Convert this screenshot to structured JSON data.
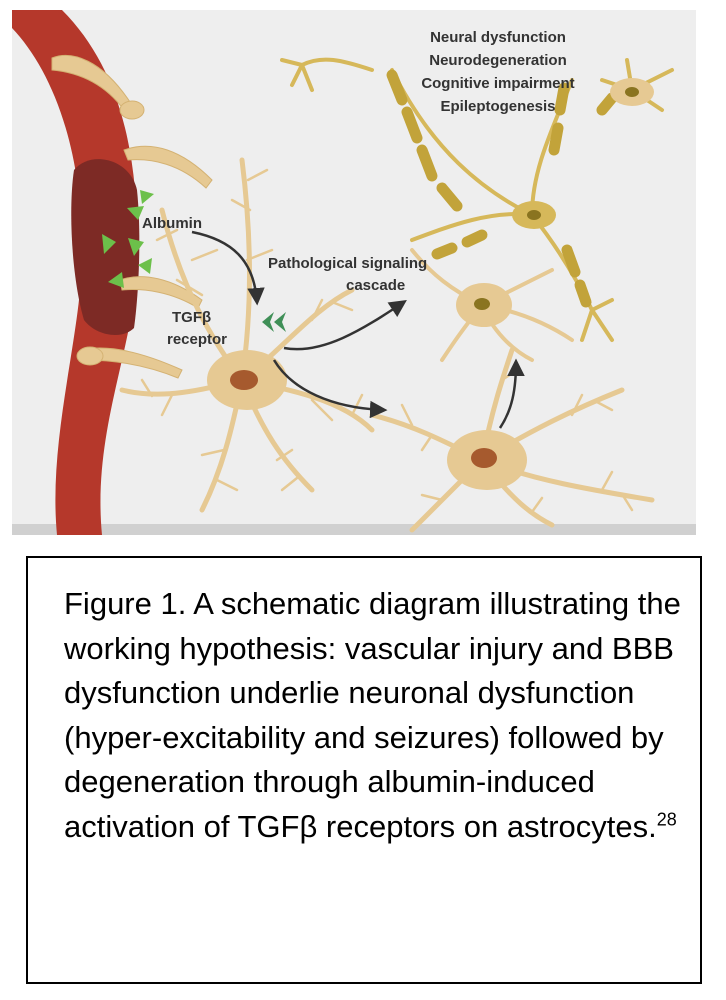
{
  "figure": {
    "labels": {
      "albumin": "Albumin",
      "tgfb_line1": "TGFβ",
      "tgfb_line2": "receptor",
      "cascade_line1": "Pathological signaling",
      "cascade_line2": "cascade",
      "outcome_1": "Neural dysfunction",
      "outcome_2": "Neurodegeneration",
      "outcome_3": "Cognitive impairment",
      "outcome_4": "Epileptogenesis"
    },
    "colors": {
      "background": "#eeeeee",
      "vessel": "#b5382b",
      "vessel_lumen": "#7d2a25",
      "astrocyte": "#e6c993",
      "astrocyte_outline": "#d4b273",
      "astrocyte_nucleus": "#a65a2e",
      "neuron": "#d6b85a",
      "myelin": "#c2a33a",
      "neuron_nucleus": "#8a7420",
      "albumin": "#6cc04a",
      "receptor": "#3f8f57",
      "arrow": "#333333"
    }
  },
  "caption": {
    "text": "Figure 1. A schematic diagram illustrating the working hypothesis: vascular injury and BBB dysfunction underlie neuronal dysfunction (hyper-excitability and seizures) followed by degeneration through albumin-induced activation of TGFβ receptors on astrocytes.",
    "citation": "28"
  }
}
